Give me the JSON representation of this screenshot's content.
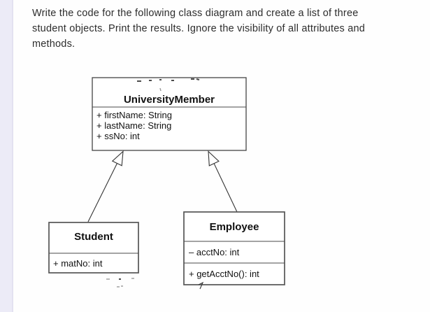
{
  "instructions": {
    "lines": [
      "Write the code for the following class diagram and create a list of three",
      "student objects. Print the results. Ignore the visibility of all attributes and",
      "methods."
    ]
  },
  "diagram": {
    "parent_class": {
      "name": "UniversityMember",
      "attributes": [
        "+ firstName: String",
        "+ lastName: String",
        "+ ssNo: int"
      ]
    },
    "student_class": {
      "name": "Student",
      "attributes": [
        "+ matNo: int"
      ]
    },
    "employee_class": {
      "name": "Employee",
      "attributes": [
        "– acctNo: int"
      ],
      "methods": [
        "+ getAcctNo(): int"
      ]
    }
  },
  "colors": {
    "sidebar_strip": "#ecebf7",
    "box_border": "#4a4a4a",
    "text": "#2d2d2d"
  }
}
